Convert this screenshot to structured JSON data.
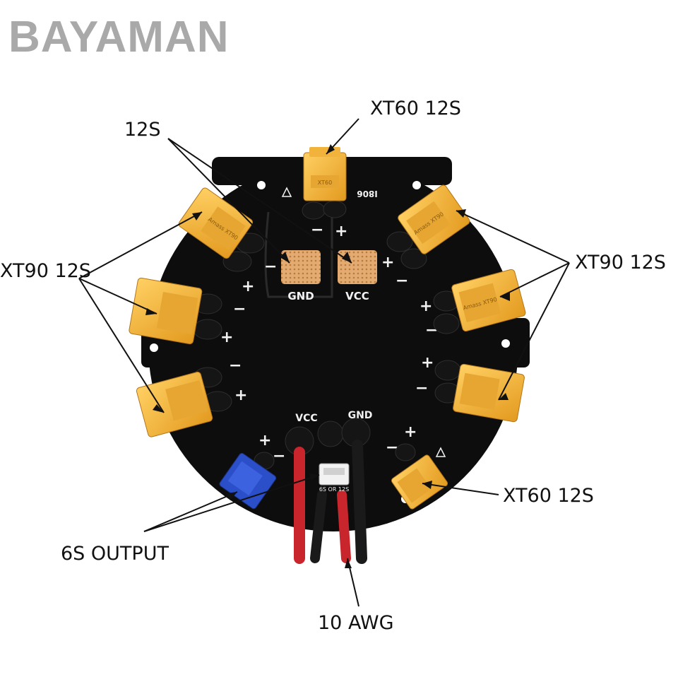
{
  "brand": {
    "watermark": "BAYAMAN"
  },
  "callouts": {
    "xt60_top": "XT60 12S",
    "pads_12s": "12S",
    "xt90_left": "XT90 12S",
    "xt90_right": "XT90 12S",
    "xt60_bottom": "XT60 12S",
    "output_6s": "6S  OUTPUT",
    "awg": "10 AWG"
  },
  "board": {
    "gnd_pad": "GND",
    "vcc_pad": "VCC",
    "vcc_bottom": "VCC",
    "gnd_bottom": "GND",
    "plus": "+",
    "minus": "−",
    "part_code": "I806",
    "jumper_label": "6S OR 12S",
    "xt60_print": "XT60",
    "xt90_print": "Amass XT90"
  },
  "colors": {
    "board": "#0d0d0d",
    "connector": "#f0b433",
    "connector_dark": "#c8871a",
    "pad": "#e3ab72",
    "wire_red": "#c8262c",
    "wire_black": "#1a1a1a",
    "blue_connector": "#2b4fc9",
    "watermark": "#a9a9a9"
  }
}
